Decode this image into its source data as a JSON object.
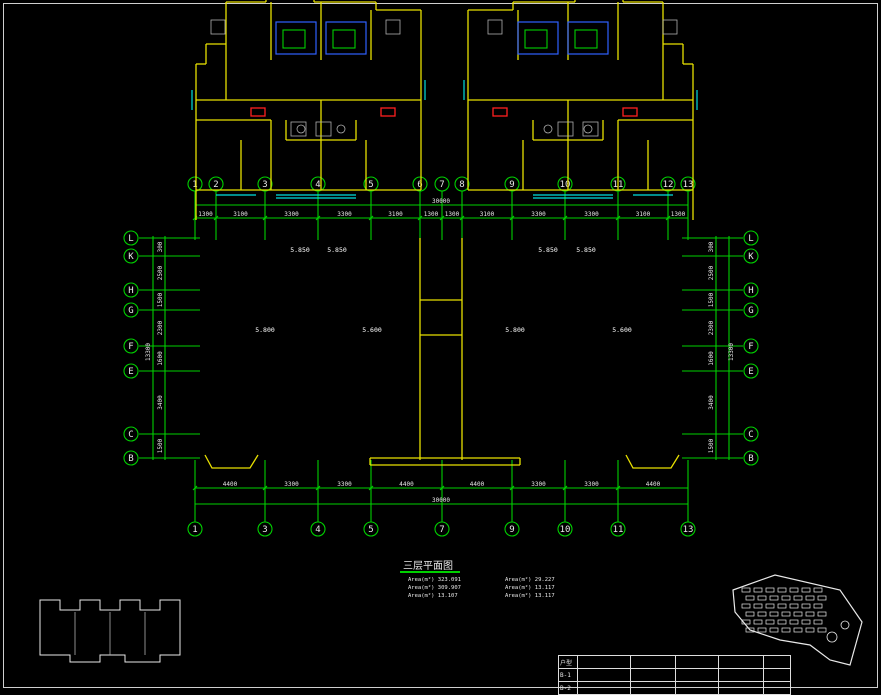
{
  "axes": {
    "top": [
      "1",
      "2",
      "3",
      "4",
      "5",
      "6",
      "7",
      "8",
      "9",
      "10",
      "11",
      "12",
      "13"
    ],
    "bottom": [
      "1",
      "3",
      "4",
      "5",
      "7",
      "9",
      "10",
      "11",
      "13"
    ],
    "rows": [
      "L",
      "K",
      "H",
      "G",
      "F",
      "E",
      "C",
      "B"
    ]
  },
  "dims": {
    "top_total": "30000",
    "top": [
      "1300",
      "3100",
      "3300",
      "3300",
      "3100",
      "1300",
      "1300",
      "3100",
      "3300",
      "3300",
      "3100",
      "1300"
    ],
    "bottom_total": "30000",
    "bottom": [
      "4400",
      "3300",
      "3300",
      "4400",
      "4400",
      "3300",
      "3300",
      "4400"
    ],
    "left": [
      "300",
      "2500",
      "1500",
      "2300",
      "1600",
      "3400",
      "1500"
    ],
    "left_combined": "13300",
    "right": [
      "300",
      "2500",
      "1500",
      "2300",
      "1600",
      "3400",
      "1500"
    ],
    "right_combined": "13300"
  },
  "levels": [
    "5.850",
    "5.850",
    "5.850",
    "5.850",
    "5.800",
    "5.600",
    "5.800",
    "5.600"
  ],
  "title": "三层平面图",
  "stats_left": [
    "Area(m²) 323.091",
    "Area(m²) 309.907",
    "Area(m²) 13.107"
  ],
  "stats_right": [
    "Area(m²) 29.227",
    "Area(m²) 13.117",
    "Area(m²) 13.117"
  ],
  "table": {
    "headers": [
      "户型",
      "",
      "",
      "",
      "",
      ""
    ],
    "rows": [
      [
        "B-1",
        "",
        "",
        "",
        "",
        ""
      ],
      [
        "B-2",
        "",
        "",
        "",
        "",
        ""
      ]
    ]
  },
  "colors": {
    "axis": "#00d000",
    "wall": "#e8e000",
    "window": "#00e0e0",
    "stair": "#3060ff",
    "red": "#ff2020"
  }
}
